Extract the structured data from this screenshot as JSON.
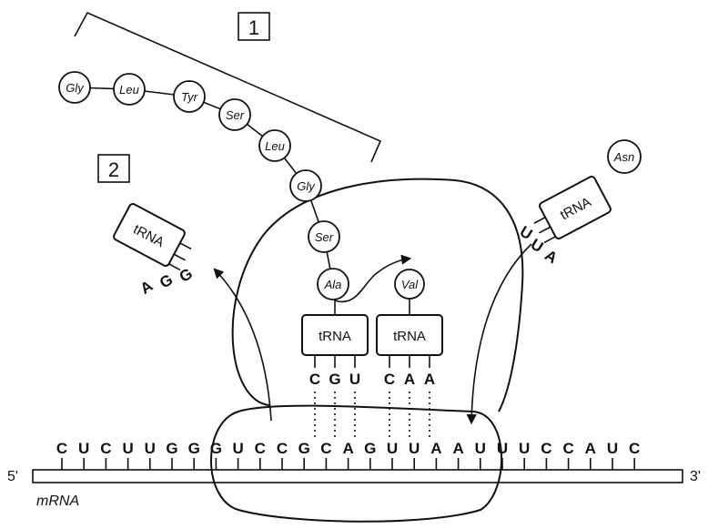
{
  "labels": {
    "one": "1",
    "two": "2"
  },
  "mrna": {
    "five_prime": "5'",
    "three_prime": "3'",
    "label": "mRNA",
    "bases": [
      "C",
      "U",
      "C",
      "U",
      "U",
      "G",
      "G",
      "G",
      "U",
      "C",
      "C",
      "G",
      "C",
      "A",
      "G",
      "U",
      "U",
      "A",
      "A",
      "U",
      "U",
      "U",
      "C",
      "C",
      "A",
      "U",
      "C"
    ]
  },
  "polypeptide": [
    "Gly",
    "Leu",
    "Tyr",
    "Ser",
    "Leu",
    "Gly",
    "Ser",
    "Ala"
  ],
  "trna_label": "tRNA",
  "p_site": {
    "amino_acid": "Ala",
    "anticodon": [
      "C",
      "G",
      "U"
    ]
  },
  "a_site": {
    "amino_acid": "Val",
    "anticodon": [
      "C",
      "A",
      "A"
    ]
  },
  "exiting_trna": {
    "anticodon": [
      "A",
      "G",
      "G"
    ]
  },
  "entering_trna": {
    "amino_acid": "Asn",
    "anticodon": [
      "U",
      "U",
      "A"
    ]
  }
}
